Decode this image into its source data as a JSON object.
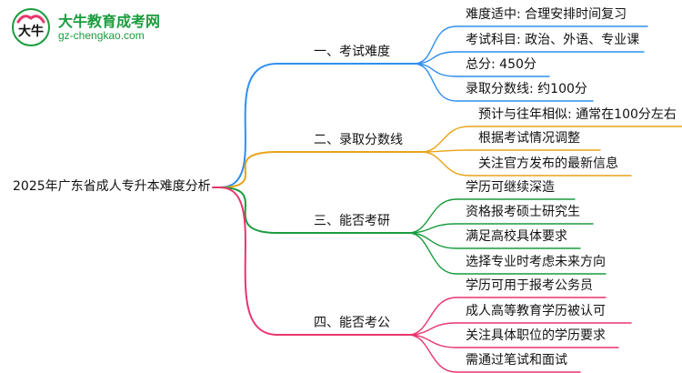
{
  "logo": {
    "name_cn": "大牛教育成考网",
    "url": "gz-chengkao.com"
  },
  "mindmap": {
    "root": "2025年广东省成人专升本难度分析",
    "colors": {
      "branch1": "#2f8ff0",
      "branch2": "#e8a317",
      "branch3": "#1a9c3e",
      "branch4": "#e8356d"
    },
    "branches": [
      {
        "label": "一、考试难度",
        "color_key": "branch1",
        "children": [
          "难度适中: 合理安排时间复习",
          "考试科目: 政治、外语、专业课",
          "总分: 450分",
          "录取分数线: 约100分"
        ]
      },
      {
        "label": "二、录取分数线",
        "color_key": "branch2",
        "children": [
          "预计与往年相似: 通常在100分左右",
          "根据考试情况调整",
          "关注官方发布的最新信息"
        ]
      },
      {
        "label": "三、能否考研",
        "color_key": "branch3",
        "children": [
          "学历可继续深造",
          "资格报考硕士研究生",
          "满足高校具体要求",
          "选择专业时考虑未来方向"
        ]
      },
      {
        "label": "四、能否考公",
        "color_key": "branch4",
        "children": [
          "学历可用于报考公务员",
          "成人高等教育学历被认可",
          "关注具体职位的学历要求",
          "需通过笔试和面试"
        ]
      }
    ]
  }
}
